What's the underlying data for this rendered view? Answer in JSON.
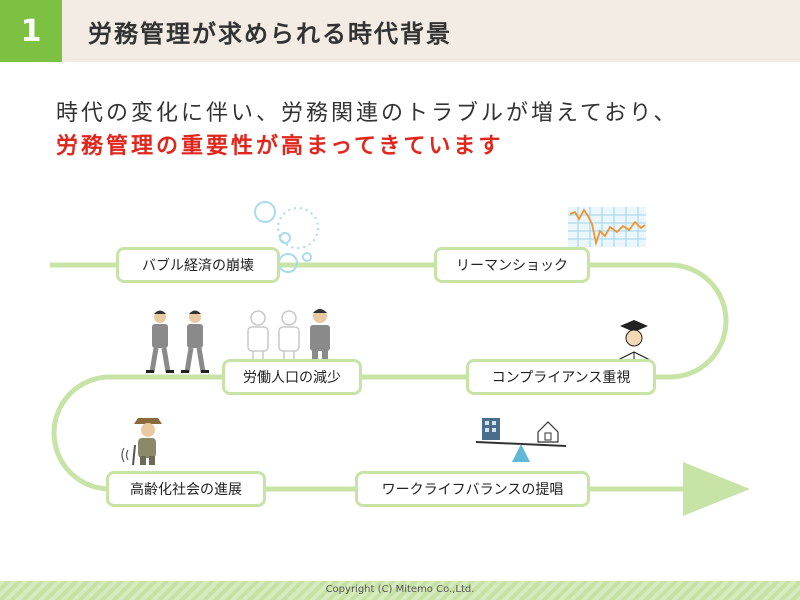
{
  "header": {
    "number": "1",
    "title": "労務管理が求められる時代背景"
  },
  "lead": {
    "line1": "時代の変化に伴い、労務関連のトラブルが増えており、",
    "line2": "労務管理の重要性が高まってきています"
  },
  "timeline": {
    "items": [
      "バブル経済の崩壊",
      "リーマンショック",
      "労働人口の減少",
      "コンプライアンス重視",
      "高齢化社会の進展",
      "ワークライフバランスの提唱"
    ]
  },
  "footer": {
    "copyright": "Copyright (C) Mitemo Co.,Ltd."
  },
  "colors": {
    "green": "#7cc142",
    "road": "#c7e3a5",
    "accent_red": "#e1261c",
    "header_bg": "#f2ece4"
  },
  "icons": [
    "bubbles-icon",
    "stock-chart-icon",
    "businessmen-icon",
    "fading-workers-icon",
    "graduate-reading-icon",
    "elderly-person-icon",
    "balance-scale-icon"
  ]
}
